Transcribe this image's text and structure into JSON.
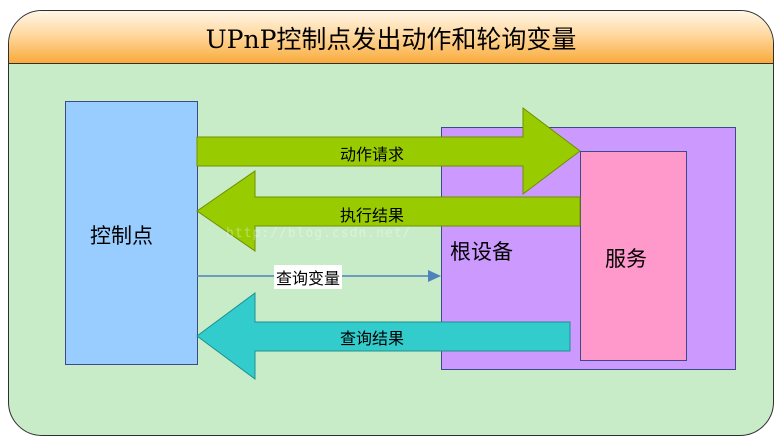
{
  "title": "UPnP控制点发出动作和轮询变量",
  "boxes": {
    "control_point": "控制点",
    "root_device": "根设备",
    "service": "服务"
  },
  "arrows": {
    "action_request": "动作请求",
    "execution_result": "执行结果",
    "query_variable": "查询变量",
    "query_result": "查询结果"
  },
  "watermark": "http://blog.csdn.net/",
  "colors": {
    "background": "#c8ecc8",
    "title_band": "#f9ab3b",
    "control_point": "#99ccff",
    "root_device": "#cc99ff",
    "service": "#ff99cc",
    "action_arrow": "#99cc00",
    "result_arrow": "#99cc00",
    "query_result_arrow": "#33cccc",
    "query_line": "#4f81bd"
  }
}
